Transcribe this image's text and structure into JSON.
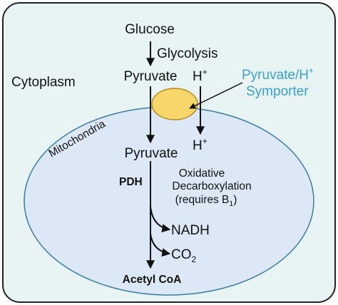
{
  "labels": {
    "glucose": "Glucose",
    "glycolysis": "Glycolysis",
    "pyruvate_top": "Pyruvate",
    "h_top": "H",
    "h_sup": "+",
    "symporter_line1": "Pyruvate/H",
    "symporter_sup": "+",
    "symporter_line2": "Symporter",
    "cytoplasm": "Cytoplasm",
    "mitochondria": "Mitochondria",
    "pyruvate_bottom": "Pyruvate",
    "h_bottom": "H",
    "h_bottom_sup": "+",
    "pdh": "PDH",
    "oxidative": "Oxidative",
    "decarboxylation": "Decarboxylation",
    "requires_prefix": "(requires B",
    "requires_sub": "1",
    "requires_suffix": ")",
    "nadh": "NADH",
    "co2_main": "CO",
    "co2_sub": "2",
    "acetyl_coa": "Acetyl CoA"
  },
  "colors": {
    "cell_fill": "#e8f4f4",
    "cell_stroke": "#222222",
    "mito_fill": "#dce8f5",
    "mito_stroke": "#3d7ca0",
    "symporter_fill": "#f7d66a",
    "symporter_stroke": "#b38a1e",
    "symporter_label": "#3aa0d0",
    "arrow": "#111111"
  }
}
